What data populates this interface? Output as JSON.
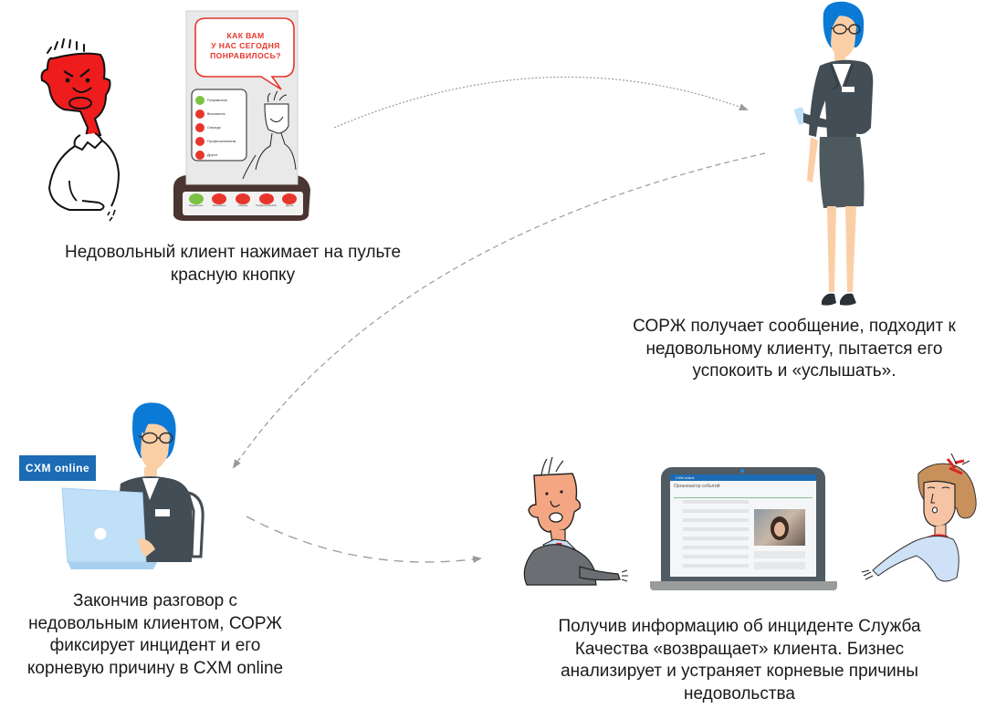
{
  "diagram": {
    "title": "Процесс обработки недовольства клиента",
    "steps": [
      {
        "id": "step-1",
        "caption_lines": [
          "Недовольный клиент нажимает на пульте",
          "красную кнопку"
        ]
      },
      {
        "id": "step-2",
        "caption_lines": [
          "СОРЖ получает сообщение, подходит к",
          "недовольному клиенту, пытается его",
          "успокоить и «услышать»."
        ]
      },
      {
        "id": "step-3",
        "caption_lines": [
          "Закончив разговор с",
          "недовольным клиентом, СОРЖ",
          "фиксирует инцидент и его",
          "корневую причину в CXM online"
        ]
      },
      {
        "id": "step-4",
        "caption_lines": [
          "Получив информацию об инциденте Служба",
          "Качества «возвращает» клиента. Бизнес",
          "анализирует и устраняет корневые причины",
          "недовольства"
        ]
      }
    ],
    "arrows": [
      {
        "from": "step-1",
        "to": "step-2",
        "style": "dotted"
      },
      {
        "from": "step-2",
        "to": "step-3",
        "style": "dashed"
      },
      {
        "from": "step-3",
        "to": "step-4",
        "style": "dashed"
      }
    ]
  },
  "feedback_device": {
    "question": [
      "КАК ВАМ",
      "У НАС СЕГОДНЯ",
      "ПОНРАВИЛОСЬ?"
    ],
    "options": [
      {
        "label": "Понравилось",
        "mood": "happy",
        "color": "#7cc242"
      },
      {
        "label": "Вежливость",
        "mood": "sad",
        "color": "#e8352b"
      },
      {
        "label": "Очереди",
        "mood": "sad",
        "color": "#e8352b"
      },
      {
        "label": "Профессионализм",
        "mood": "sad",
        "color": "#e8352b"
      },
      {
        "label": "Другое",
        "mood": "sad",
        "color": "#e8352b"
      }
    ]
  },
  "cxm_badge": {
    "label": "CXM online",
    "color": "#1b6cb4"
  },
  "laptop_screen": {
    "app_name": "CXM online",
    "page_title": "Организатор событий",
    "header_color": "#1b6cb4"
  },
  "colors": {
    "angry_face": "#ee1c1c",
    "hair_blue": "#0a7ad6",
    "suit": "#434d55",
    "skin": "#fbcfa6",
    "arrow": "#9a9a9a"
  }
}
